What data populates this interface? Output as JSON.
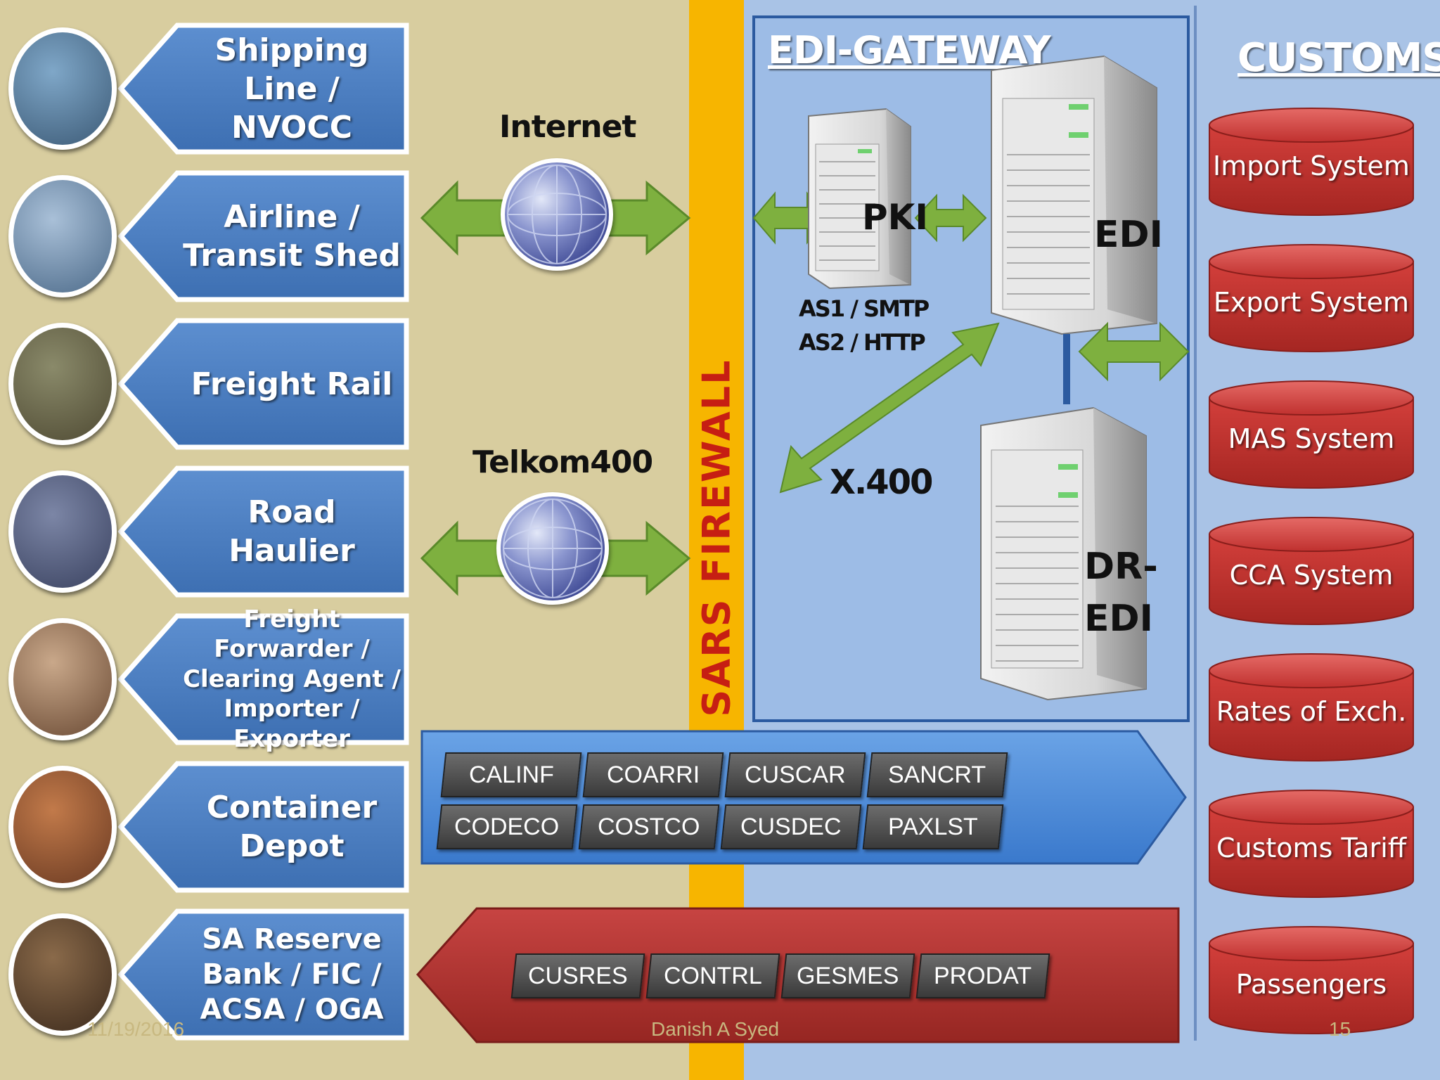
{
  "firewall": {
    "label": "SARS FIREWALL"
  },
  "gateway": {
    "heading": "EDI-GATEWAY"
  },
  "customs": {
    "heading": "CUSTOMS"
  },
  "sources": [
    {
      "label": "Shipping Line / NVOCC",
      "icon": "ship-icon"
    },
    {
      "label": "Airline / Transit Shed",
      "icon": "airplane-tail-icon"
    },
    {
      "label": "Freight Rail",
      "icon": "train-icon"
    },
    {
      "label": "Road Haulier",
      "icon": "truck-crane-icon"
    },
    {
      "label": "Freight Forwarder / Clearing Agent / Importer / Exporter",
      "icon": "office-people-icon"
    },
    {
      "label": "Container Depot",
      "icon": "containers-icon"
    },
    {
      "label": "SA Reserve Bank / FIC / ACSA / OGA",
      "icon": "coins-icon"
    }
  ],
  "networks": {
    "internet": "Internet",
    "telkom": "Telkom400"
  },
  "servers": {
    "pki": "PKI",
    "edi": "EDI",
    "dr_edi_line1": "DR-",
    "dr_edi_line2": "EDI"
  },
  "protocols": {
    "as1": "AS1 / SMTP",
    "as2": "AS2 / HTTP",
    "x400": "X.400"
  },
  "inbound_messages": [
    "CALINF",
    "COARRI",
    "CUSCAR",
    "SANCRT",
    "CODECO",
    "COSTCO",
    "CUSDEC",
    "PAXLST"
  ],
  "outbound_messages": [
    "CUSRES",
    "CONTRL",
    "GESMES",
    "PRODAT"
  ],
  "customs_systems": [
    "Import System",
    "Export System",
    "MAS System",
    "CCA System",
    "Rates of Exch.",
    "Customs Tariff",
    "Passengers"
  ],
  "footer": {
    "date": "11/19/2016",
    "author": "Danish A Syed",
    "page": "15"
  },
  "colors": {
    "firewall": "#f7b500",
    "firewall_text": "#c61e13",
    "source_box": "#4a7ec2",
    "cylinder": "#c0312f",
    "arrow_green": "#7eb03f",
    "left_bg": "#d8cd9f",
    "right_bg": "#a9c3e6"
  }
}
